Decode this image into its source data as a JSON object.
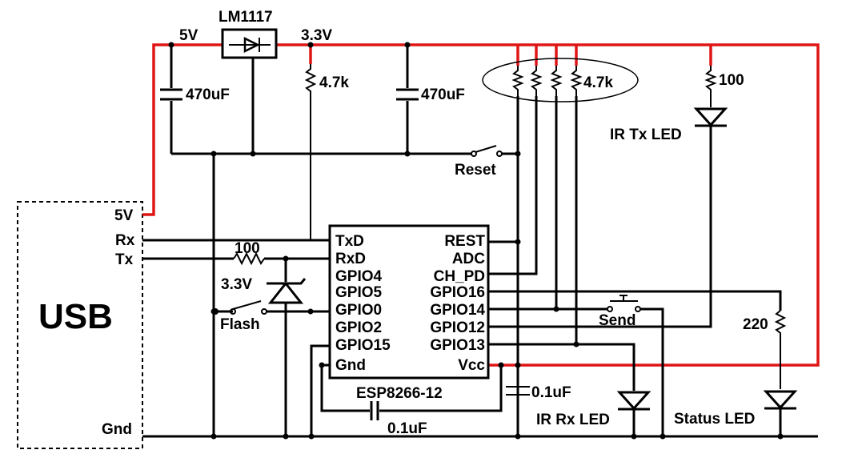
{
  "usb": {
    "title": "USB",
    "pin_5v": "5V",
    "pin_rx": "Rx",
    "pin_tx": "Tx",
    "pin_gnd": "Gnd"
  },
  "power": {
    "regulator": "LM1117",
    "in_label": "5V",
    "out_label": "3.3V",
    "cap_in": "470uF",
    "cap_out": "470uF",
    "pullup_flash": "4.7k",
    "pullup_array": "4.7k"
  },
  "module": {
    "name": "ESP8266-12",
    "left_pins": [
      "TxD",
      "RxD",
      "GPIO4",
      "GPIO5",
      "GPIO0",
      "GPIO2",
      "GPIO15",
      "Gnd"
    ],
    "right_pins": [
      "REST",
      "ADC",
      "CH_PD",
      "GPIO16",
      "GPIO14",
      "GPIO12",
      "GPIO13",
      "Vcc"
    ]
  },
  "components": {
    "reset_switch": "Reset",
    "flash_switch": "Flash",
    "send_switch": "Send",
    "rx_resistor": "100",
    "zener": "3.3V",
    "ir_tx_resistor": "100",
    "ir_tx_led": "IR Tx LED",
    "status_resistor": "220",
    "status_led": "Status LED",
    "ir_rx_led": "IR Rx LED",
    "cap_bottom": "0.1uF",
    "cap_vcc": "0.1uF"
  },
  "colors": {
    "wire": "#000000",
    "power_rail": "#e01515"
  }
}
